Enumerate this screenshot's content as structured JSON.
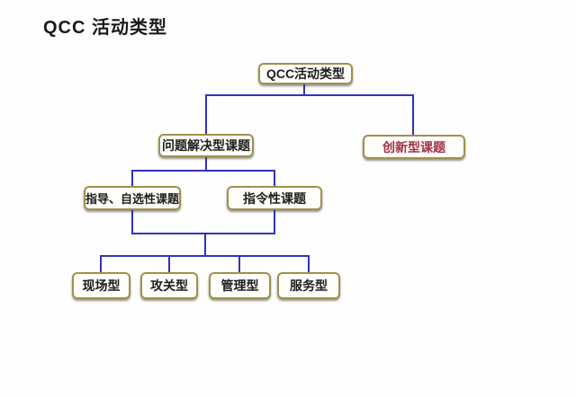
{
  "header": {
    "title": "QCC 活动类型"
  },
  "colors": {
    "line": "#3232C0",
    "box_border": "#A1904E",
    "box_fill": "#FFFEFA",
    "box_text": "#1C1C1C",
    "accent_text": "#A03245",
    "title_text": "#1A1A1A",
    "background": "#FEFEFE"
  },
  "nodes": {
    "root": {
      "label": "QCC活动类型"
    },
    "problem_solving": {
      "label": "问题解决型课题"
    },
    "innovation": {
      "label": "创新型课题",
      "accent": "red"
    },
    "guided_self_selected": {
      "label": "指导、自选性课题"
    },
    "directive": {
      "label": "指令性课题"
    },
    "onsite": {
      "label": "现场型"
    },
    "breakthrough": {
      "label": "攻关型"
    },
    "management": {
      "label": "管理型"
    },
    "service": {
      "label": "服务型"
    }
  },
  "hierarchy": {
    "root": "QCC活动类型",
    "children_of_root": [
      "问题解决型课题",
      "创新型课题"
    ],
    "children_of_problem_solving": [
      "指导、自选性课题",
      "指令性课题"
    ],
    "shared_parents": [
      "指导、自选性课题",
      "指令性课题"
    ],
    "shared_children": [
      "现场型",
      "攻关型",
      "管理型",
      "服务型"
    ]
  }
}
